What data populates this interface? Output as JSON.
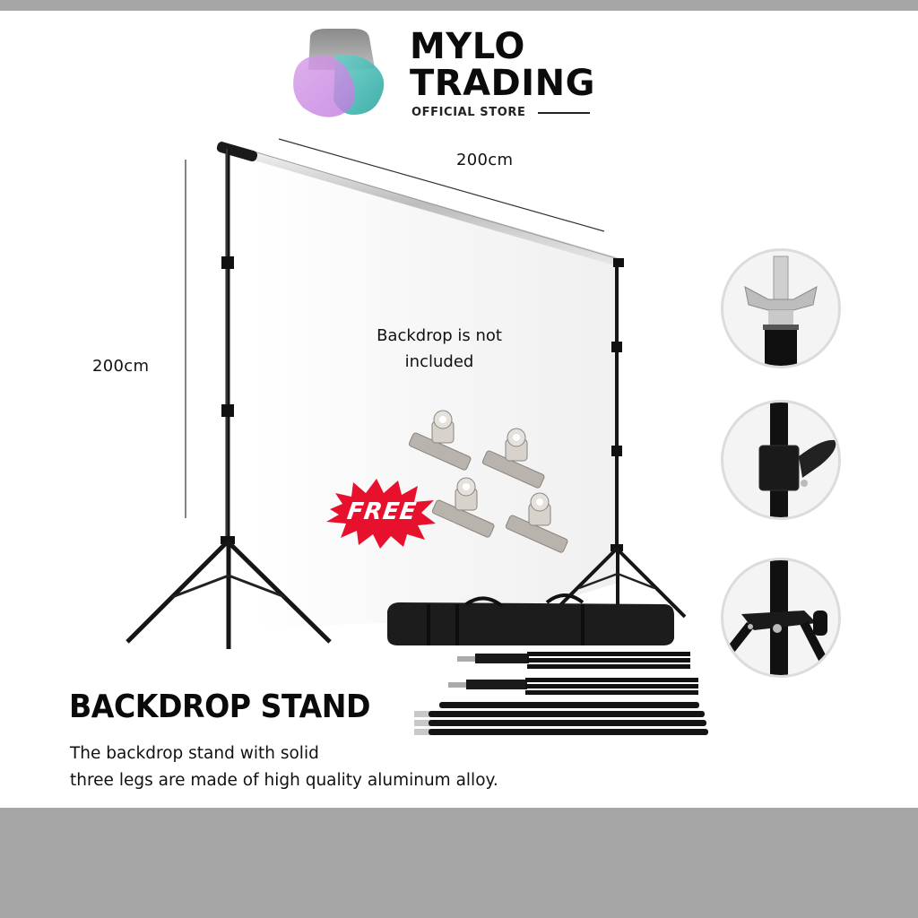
{
  "brand": {
    "name_line1": "MYLO",
    "name_line2": "TRADING",
    "tagline": "OFFICIAL STORE",
    "logo_colors": [
      "#8e8e8e",
      "#d58ee6",
      "#3fb8b2"
    ]
  },
  "product": {
    "title": "BACKDROP STAND",
    "description_line1": "The backdrop stand with solid",
    "description_line2": "three legs are made of high quality aluminum alloy."
  },
  "dimensions": {
    "width_label": "200cm",
    "height_label": "200cm"
  },
  "note": {
    "line1": "Backdrop is not",
    "line2": "included"
  },
  "promo": {
    "badge_text": "FREE",
    "badge_color": "#e8112d",
    "free_item": "clamps",
    "clamp_count": 4
  },
  "detail_views": [
    {
      "name": "wing-nut-screw-top"
    },
    {
      "name": "height-lock-clamp"
    },
    {
      "name": "tripod-leg-joint"
    }
  ],
  "package_contents": [
    "carry-bag",
    "light-stand",
    "light-stand",
    "crossbar-sections"
  ],
  "colors": {
    "band": "#a6a6a6",
    "background": "#ffffff",
    "text": "#111111"
  }
}
